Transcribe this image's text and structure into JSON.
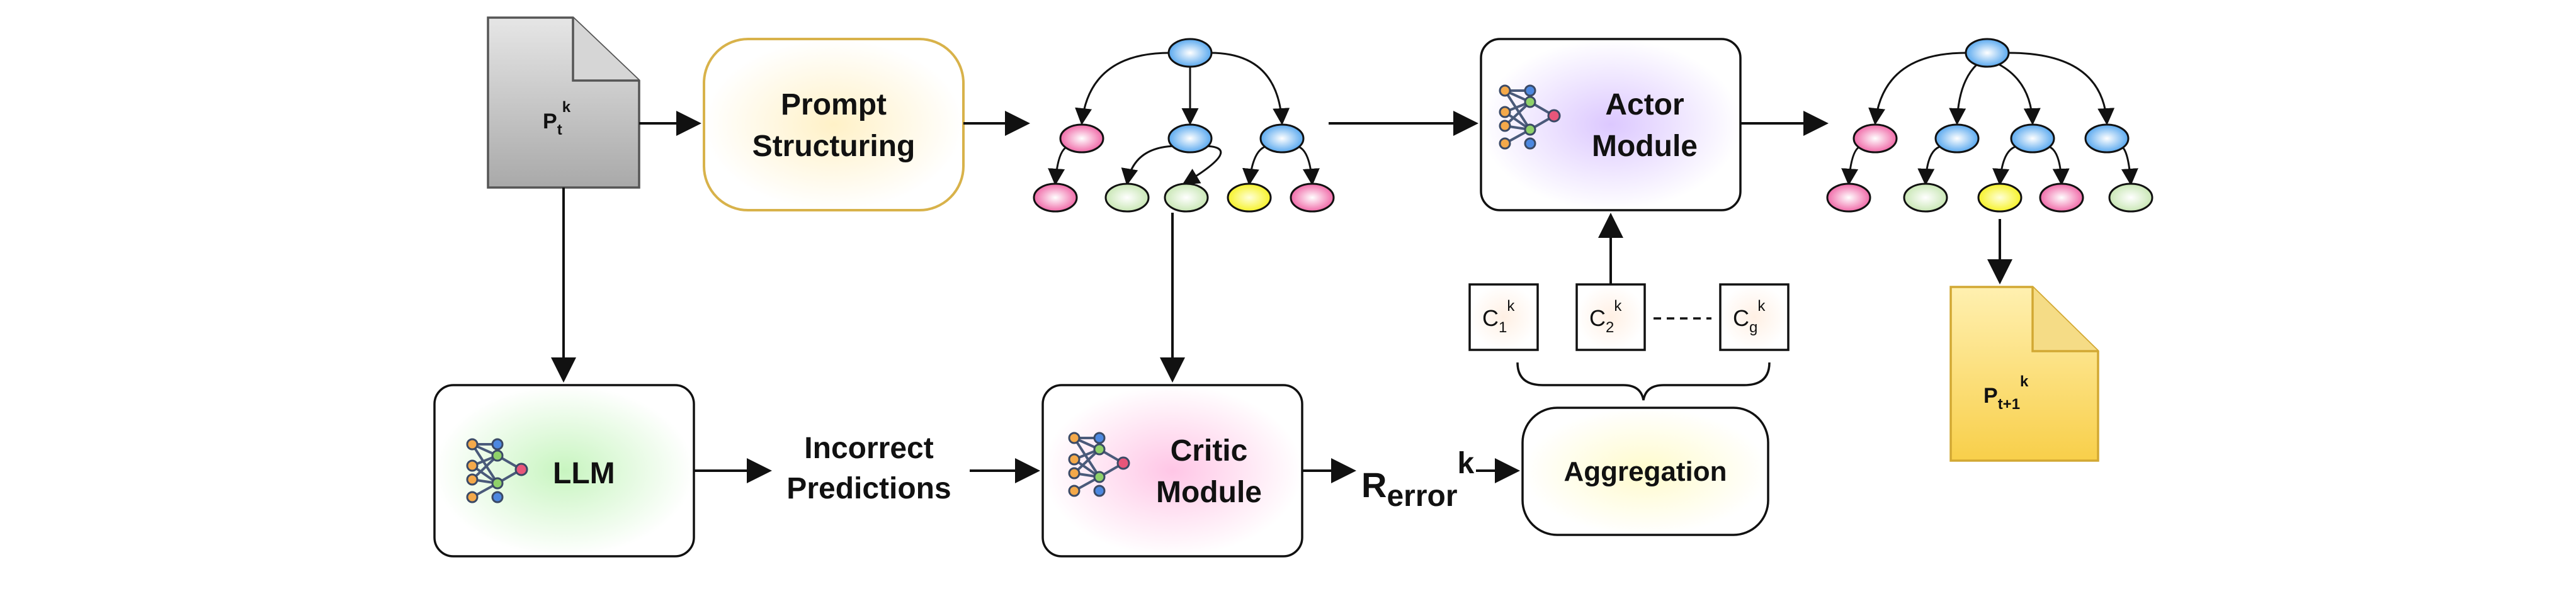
{
  "input_doc": {
    "main": "P",
    "sub": "t",
    "sup": "k"
  },
  "output_doc": {
    "main": "P",
    "sub": "t+1",
    "sup": "k"
  },
  "prompt_structuring": {
    "line1": "Prompt",
    "line2": "Structuring"
  },
  "llm": {
    "label": "LLM"
  },
  "incorrect_predictions": {
    "line1": "Incorrect",
    "line2": "Predictions"
  },
  "critic": {
    "line1": "Critic",
    "line2": "Module"
  },
  "actor": {
    "line1": "Actor",
    "line2": "Module"
  },
  "aggregation": {
    "label": "Aggregation"
  },
  "r_error": {
    "main": "R",
    "sub": "error",
    "sup": "k"
  },
  "candidates": [
    {
      "main": "C",
      "sub": "1",
      "sup": "k"
    },
    {
      "main": "C",
      "sub": "2",
      "sup": "k"
    },
    {
      "main": "C",
      "sub": "g",
      "sup": "k"
    }
  ],
  "colors": {
    "pink": "#f06aa8",
    "blue": "#5aa9ef",
    "green": "#c9e7b5",
    "yellow": "#f6f22a",
    "prompt_border": "#d8b24a",
    "prompt_glow": "#fff1c7",
    "llm_glow": "#c8f5c0",
    "critic_glow": "#ffc6e6",
    "actor_glow": "#dcc8ff",
    "agg_glow": "#fffbcc",
    "output_doc": "#fad45e",
    "input_doc": "#c9c9c9"
  },
  "icons": [
    "document-icon",
    "neural-network-icon",
    "tree-icon"
  ]
}
